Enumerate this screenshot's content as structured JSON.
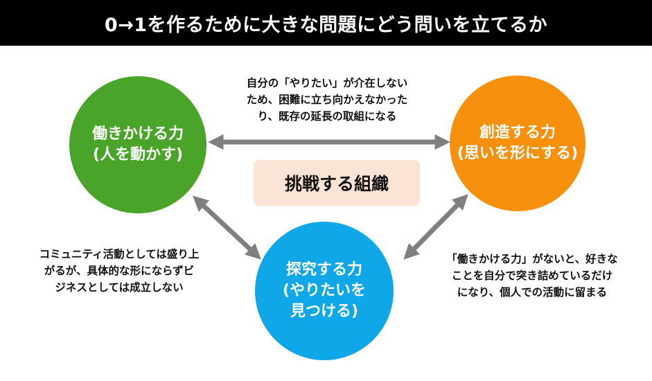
{
  "title": "0→1を作るために大きな問題にどう問いを立てるか",
  "center_label": "挑戦する組織",
  "colors": {
    "title_bg": "#000000",
    "left_circle": "#4aa429",
    "right_circle": "#f7900c",
    "bottom_circle": "#10a7e8",
    "center_box": "#fbe3d5",
    "arrow": "#7f7f7f"
  },
  "circles": {
    "left": {
      "line1": "働きかける力",
      "line2": "(人を動かす)"
    },
    "right": {
      "line1": "創造する力",
      "line2": "(思いを形にする)"
    },
    "bottom": {
      "line1": "探究する力",
      "line2": "(やりたいを",
      "line3": "見つける)"
    }
  },
  "notes": {
    "top": [
      "自分の「やりたい」が介在しない",
      "ため、困難に立ち向かえなかった",
      "り、既存の延長の取組になる"
    ],
    "left": [
      "コミュニティ活動としては盛り上",
      "がるが、具体的な形にならずビ",
      "ジネスとしては成立しない"
    ],
    "right": [
      "「働きかける力」がないと、好きな",
      "ことを自分で突き詰めているだけ",
      "になり、個人での活動に留まる"
    ]
  },
  "arrows": [
    {
      "from": "働きかける力",
      "to": "創造する力"
    },
    {
      "from": "働きかける力",
      "to": "探究する力"
    },
    {
      "from": "探究する力",
      "to": "創造する力"
    }
  ]
}
